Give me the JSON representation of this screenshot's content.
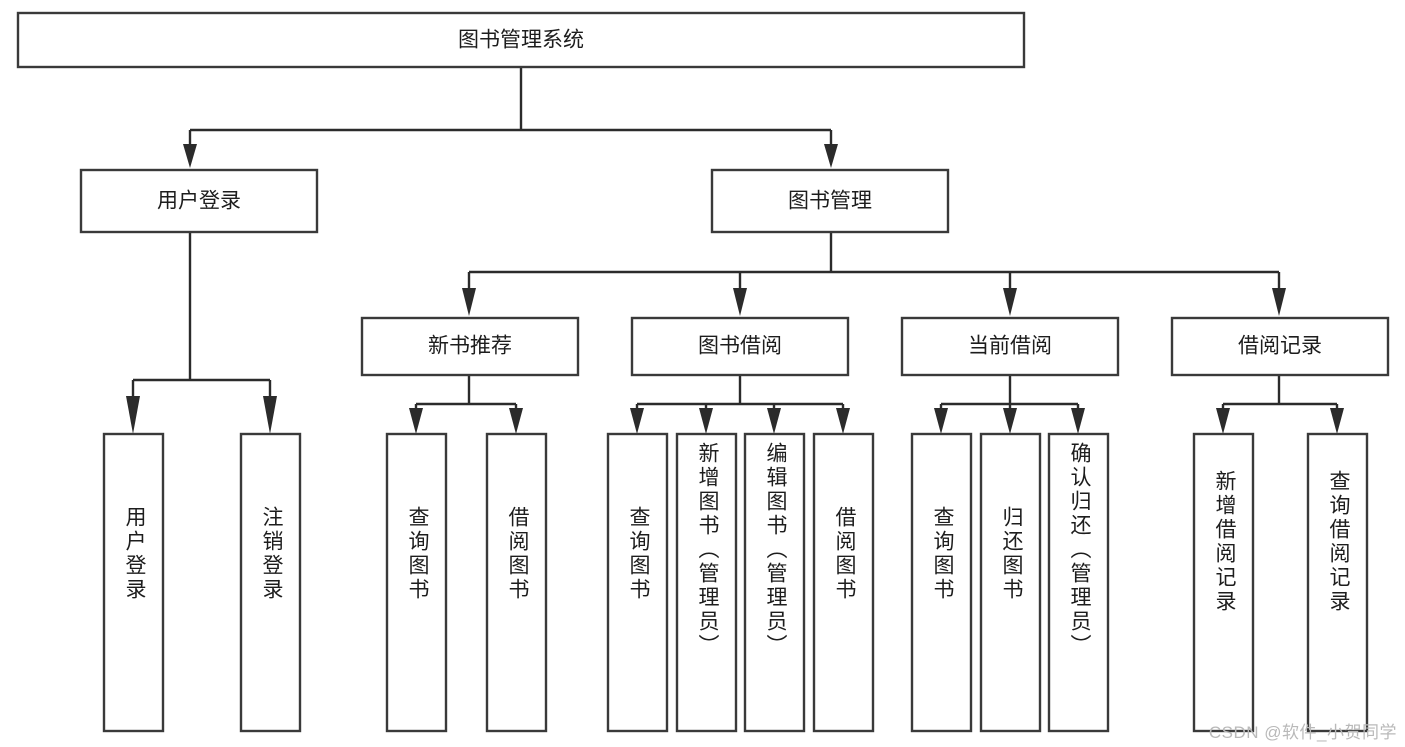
{
  "diagram": {
    "kind": "tree",
    "title": "图书管理系统",
    "watermark": "CSDN @软件_小贺同学",
    "colors": {
      "box_stroke": "#3a3a3a",
      "connector": "#2b2b2b",
      "text": "#1d1d1d",
      "background": "#ffffff",
      "watermark": "#b9b9b9"
    },
    "nodes": {
      "root": {
        "label": "图书管理系统"
      },
      "level2": [
        {
          "label": "用户登录"
        },
        {
          "label": "图书管理"
        }
      ],
      "level3": [
        {
          "label": "新书推荐"
        },
        {
          "label": "图书借阅"
        },
        {
          "label": "当前借阅"
        },
        {
          "label": "借阅记录"
        }
      ],
      "leaves_user_login": [
        {
          "label": "用户登录"
        },
        {
          "label": "注销登录"
        }
      ],
      "leaves_new_book": [
        {
          "label": "查询图书"
        },
        {
          "label": "借阅图书"
        }
      ],
      "leaves_borrow": [
        {
          "label": "查询图书"
        },
        {
          "label": "新增图书（管理员）"
        },
        {
          "label": "编辑图书（管理员）"
        },
        {
          "label": "借阅图书"
        }
      ],
      "leaves_current": [
        {
          "label": "查询图书"
        },
        {
          "label": "归还图书"
        },
        {
          "label": "确认归还（管理员）"
        }
      ],
      "leaves_records": [
        {
          "label": "新增借阅记录"
        },
        {
          "label": "查询借阅记录"
        }
      ]
    }
  }
}
